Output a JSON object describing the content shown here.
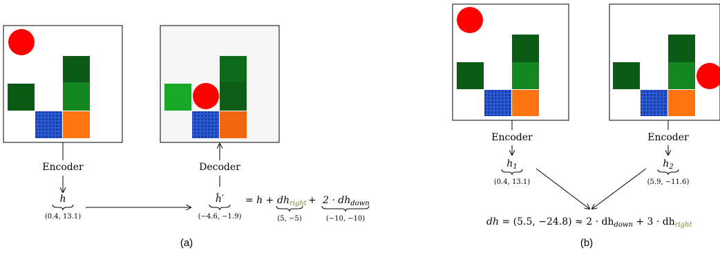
{
  "panel_a": {
    "caption": "(a)",
    "encoder_label": "Encoder",
    "decoder_label": "Decoder",
    "h": "h",
    "h_coords": "(0.4, 13.1)",
    "h_hat": "ĥ′",
    "h_hat_coords": "(−4.6, −1.9)",
    "eq_prefix": "= h +",
    "dh_right": "dh",
    "dh_right_sub": "right",
    "dh_right_coords": "(5, −5)",
    "plus": "+",
    "two_dot": "2 · dh",
    "dh_down_sub": "down",
    "dh_down_coords": "(−10, −10)"
  },
  "panel_b": {
    "caption": "(b)",
    "encoder1_label": "Encoder",
    "encoder2_label": "Encoder",
    "h1": "h",
    "h1_sub": "1",
    "h1_coords": "(0.4, 13.1)",
    "h2": "h",
    "h2_sub": "2",
    "h2_coords": "(5.9, −11.6)",
    "eq_dh": "dh",
    "eq_value": "= (5.5, −24.8) ≈ 2 · dh",
    "eq_sub_down": "down",
    "eq_mid": "+ 3 · dh",
    "eq_sub_right": "right"
  },
  "colors": {
    "ball": "#ff0000",
    "dark_green": "#0b5a16",
    "green": "#13861f",
    "blue": "#2a59d6",
    "orange": "#ff7410",
    "right_accent": "#6b8e23"
  }
}
